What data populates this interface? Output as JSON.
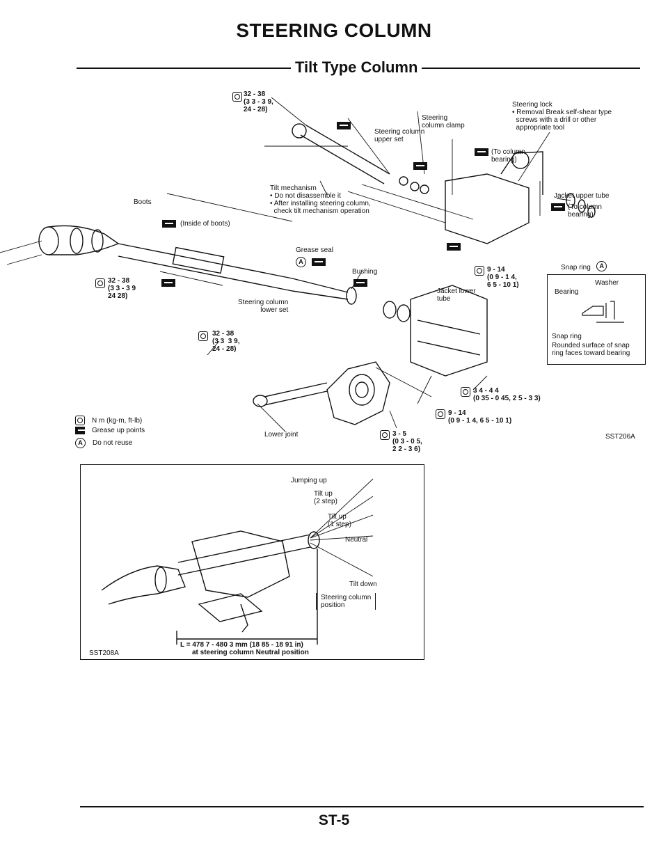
{
  "header": {
    "title": "STEERING COLUMN",
    "subtitle": "Tilt Type Column"
  },
  "diagram": {
    "labels": {
      "torque_top": "32 - 38\n(3 3 - 3 9,\n24 - 28)",
      "steering_column_clamp": "Steering\ncolumn clamp",
      "steering_lock": "Steering lock\n• Removal Break self-shear type\n  screws with a drill or other\n  appropriate tool",
      "upper_set": "Steering column\nupper set",
      "to_column_bearing_1": "(To column\nbearing)",
      "tilt_mechanism": "Tilt mechanism\n• Do not disassemble it\n• After installing steering column,\n  check tilt mechanism operation",
      "jacket_upper_tube": "Jacket upper tube",
      "to_column_bearing_2": "(To column\nbearing)",
      "boots": "Boots",
      "inside_boots": "(Inside of boots)",
      "grease_seal": "Grease seal",
      "bushing": "Bushing",
      "torque_9_14_a": "9 - 14\n(0 9 - 1 4,\n6 5 - 10 1)",
      "snap_ring": "Snap ring",
      "washer": "Washer",
      "bearing": "Bearing",
      "snap_ring_2": "Snap ring",
      "rounded_surface": "Rounded surface of snap\nring faces toward bearing",
      "torque_left": "32 - 38\n(3 3 - 3 9\n24 28)",
      "lower_set": "Steering column\nlower set",
      "jacket_lower_tube": "Jacket lower\ntube",
      "torque_mid": "32 - 38\n(3 3  3 9,\n24 - 28)",
      "torque_34_44": "3 4 - 4 4\n(0 35 - 0 45, 2 5 - 3 3)",
      "torque_9_14_b": "9 - 14\n(0 9 - 1 4, 6 5 - 10 1)",
      "torque_3_5": "3 - 5\n(0 3 - 0 5,\n2 2 - 3 6)",
      "lower_joint": "Lower joint",
      "fig_id": "SST206A"
    },
    "legend": [
      {
        "icon": "torque-wrench-icon",
        "text": "N m (kg-m, ft-lb)"
      },
      {
        "icon": "grease-points-icon",
        "text": "Grease up points"
      },
      {
        "icon": "do-not-reuse-icon",
        "text": "Do not reuse"
      }
    ]
  },
  "tilt_diagram": {
    "labels": {
      "jumping_up": "Jumping up",
      "tilt_up_2": "Tilt up\n(2 step)",
      "tilt_up_1": "Tilt up\n(1 step)",
      "neutral": "Neutral",
      "tilt_down": "Tilt down",
      "column_position": "Steering column\nposition",
      "length_1": "L = 478 7 - 480 3 mm (18 85 - 18 91 in)",
      "length_2": "at steering column Neutral position",
      "fig_id": "SST208A"
    }
  },
  "footer": {
    "page_number": "ST-5"
  }
}
